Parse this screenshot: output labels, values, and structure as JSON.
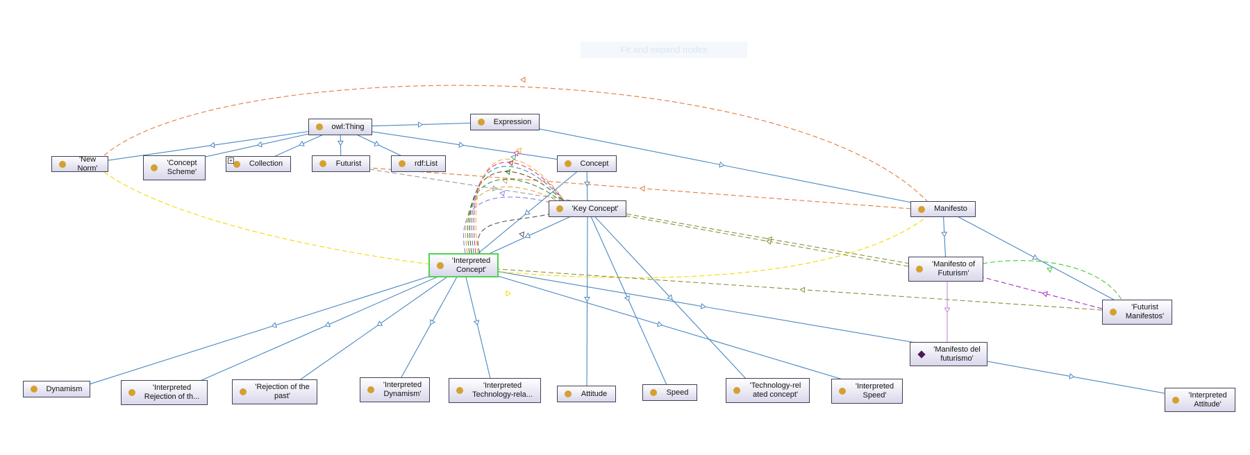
{
  "hint_text": "Fit and expand nodes",
  "colors": {
    "subclass": "#4a86c0",
    "node_dot": "#d4a030",
    "individual": "#4e1a57",
    "selected_border": "#4fd24f"
  },
  "nodes": {
    "owl_thing": "owl:Thing",
    "expression": "Expression",
    "new_norm": "'New Norm'",
    "concept_scheme": "'Concept\nScheme'",
    "collection": "Collection",
    "futurist": "Futurist",
    "rdf_list": "rdf:List",
    "concept": "Concept",
    "key_concept": "'Key Concept'",
    "manifesto": "Manifesto",
    "interpreted_concept": "'Interpreted\nConcept'",
    "manifesto_of_futurism": "'Manifesto of\nFuturism'",
    "futurist_manifestos": "'Futurist\nManifestos'",
    "manifesto_del_futurismo": "'Manifesto del\nfuturismo'",
    "dynamism": "Dynamism",
    "interpreted_rejection": "'Interpreted\nRejection of th...",
    "rejection_of_the_past": "'Rejection of the\npast'",
    "interpreted_dynamism": "'Interpreted\nDynamism'",
    "interpreted_technology": "'Interpreted\nTechnology-rela...",
    "attitude": "Attitude",
    "speed": "Speed",
    "technology_related_concept": "'Technology-rel\nated concept'",
    "interpreted_speed": "'Interpreted\nSpeed'",
    "interpreted_attitude": "'Interpreted\nAttitude'"
  }
}
